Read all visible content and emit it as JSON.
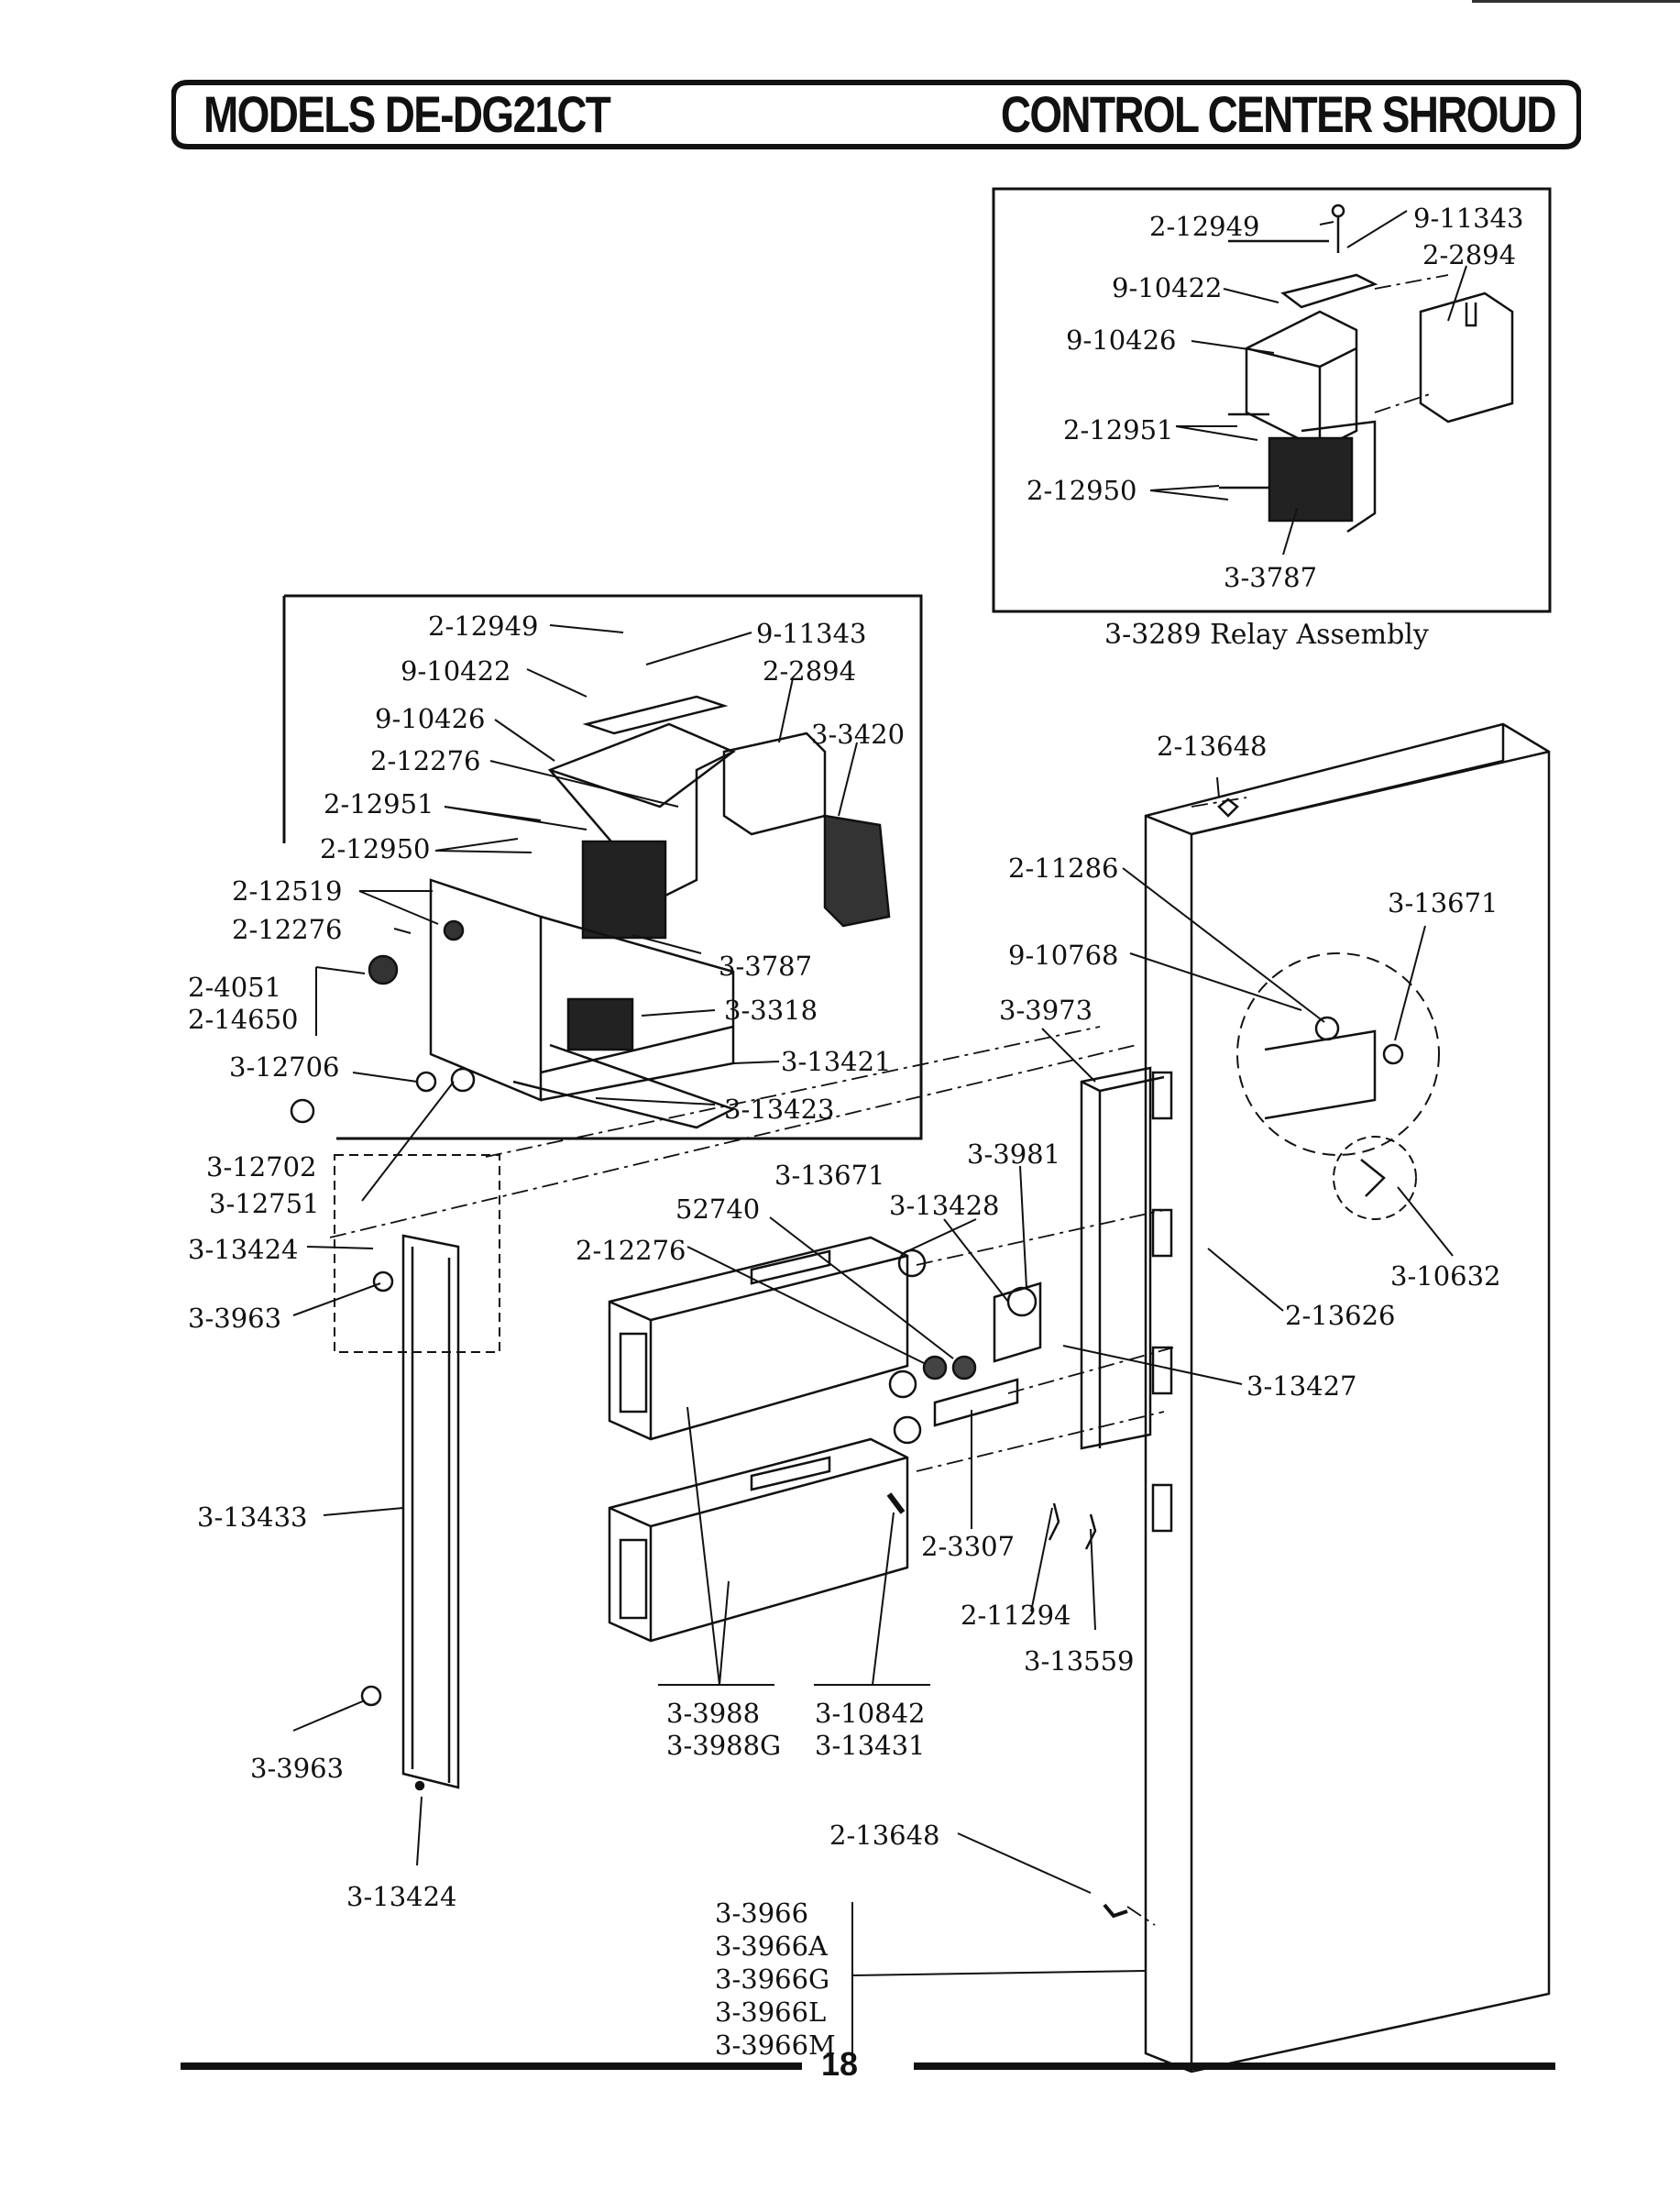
{
  "header": {
    "models": "MODELS DE-DG21CT",
    "section": "CONTROL CENTER SHROUD"
  },
  "relay_inset": {
    "caption": "3-3289 Relay Assembly",
    "labels": [
      "2-12949",
      "9-11343",
      "2-2894",
      "9-10422",
      "9-10426",
      "2-12951",
      "2-12950",
      "3-3787"
    ]
  },
  "main_inset": {
    "labels": [
      "2-12949",
      "9-11343",
      "9-10422",
      "2-2894",
      "9-10426",
      "3-3420",
      "2-12276",
      "2-12951",
      "2-12950",
      "2-12519",
      "2-12276",
      "3-3787",
      "2-4051",
      "2-14650",
      "3-3318",
      "3-12706",
      "3-13421",
      "3-13423"
    ]
  },
  "parts": {
    "labels": [
      "3-12702",
      "3-12751",
      "3-13424",
      "3-3963",
      "3-13433",
      "3-3963",
      "3-13424",
      "2-13648",
      "2-11286",
      "3-13671",
      "9-10768",
      "3-3973",
      "3-3981",
      "3-13671",
      "52740",
      "3-13428",
      "2-12276",
      "3-10632",
      "2-13626",
      "3-13427",
      "2-3307",
      "2-11294",
      "3-13559",
      "3-3988",
      "3-3988G",
      "3-10842",
      "3-13431",
      "2-13648",
      "3-3966",
      "3-3966A",
      "3-3966G",
      "3-3966L",
      "3-3966M"
    ]
  },
  "footer": {
    "page_number": "18"
  }
}
